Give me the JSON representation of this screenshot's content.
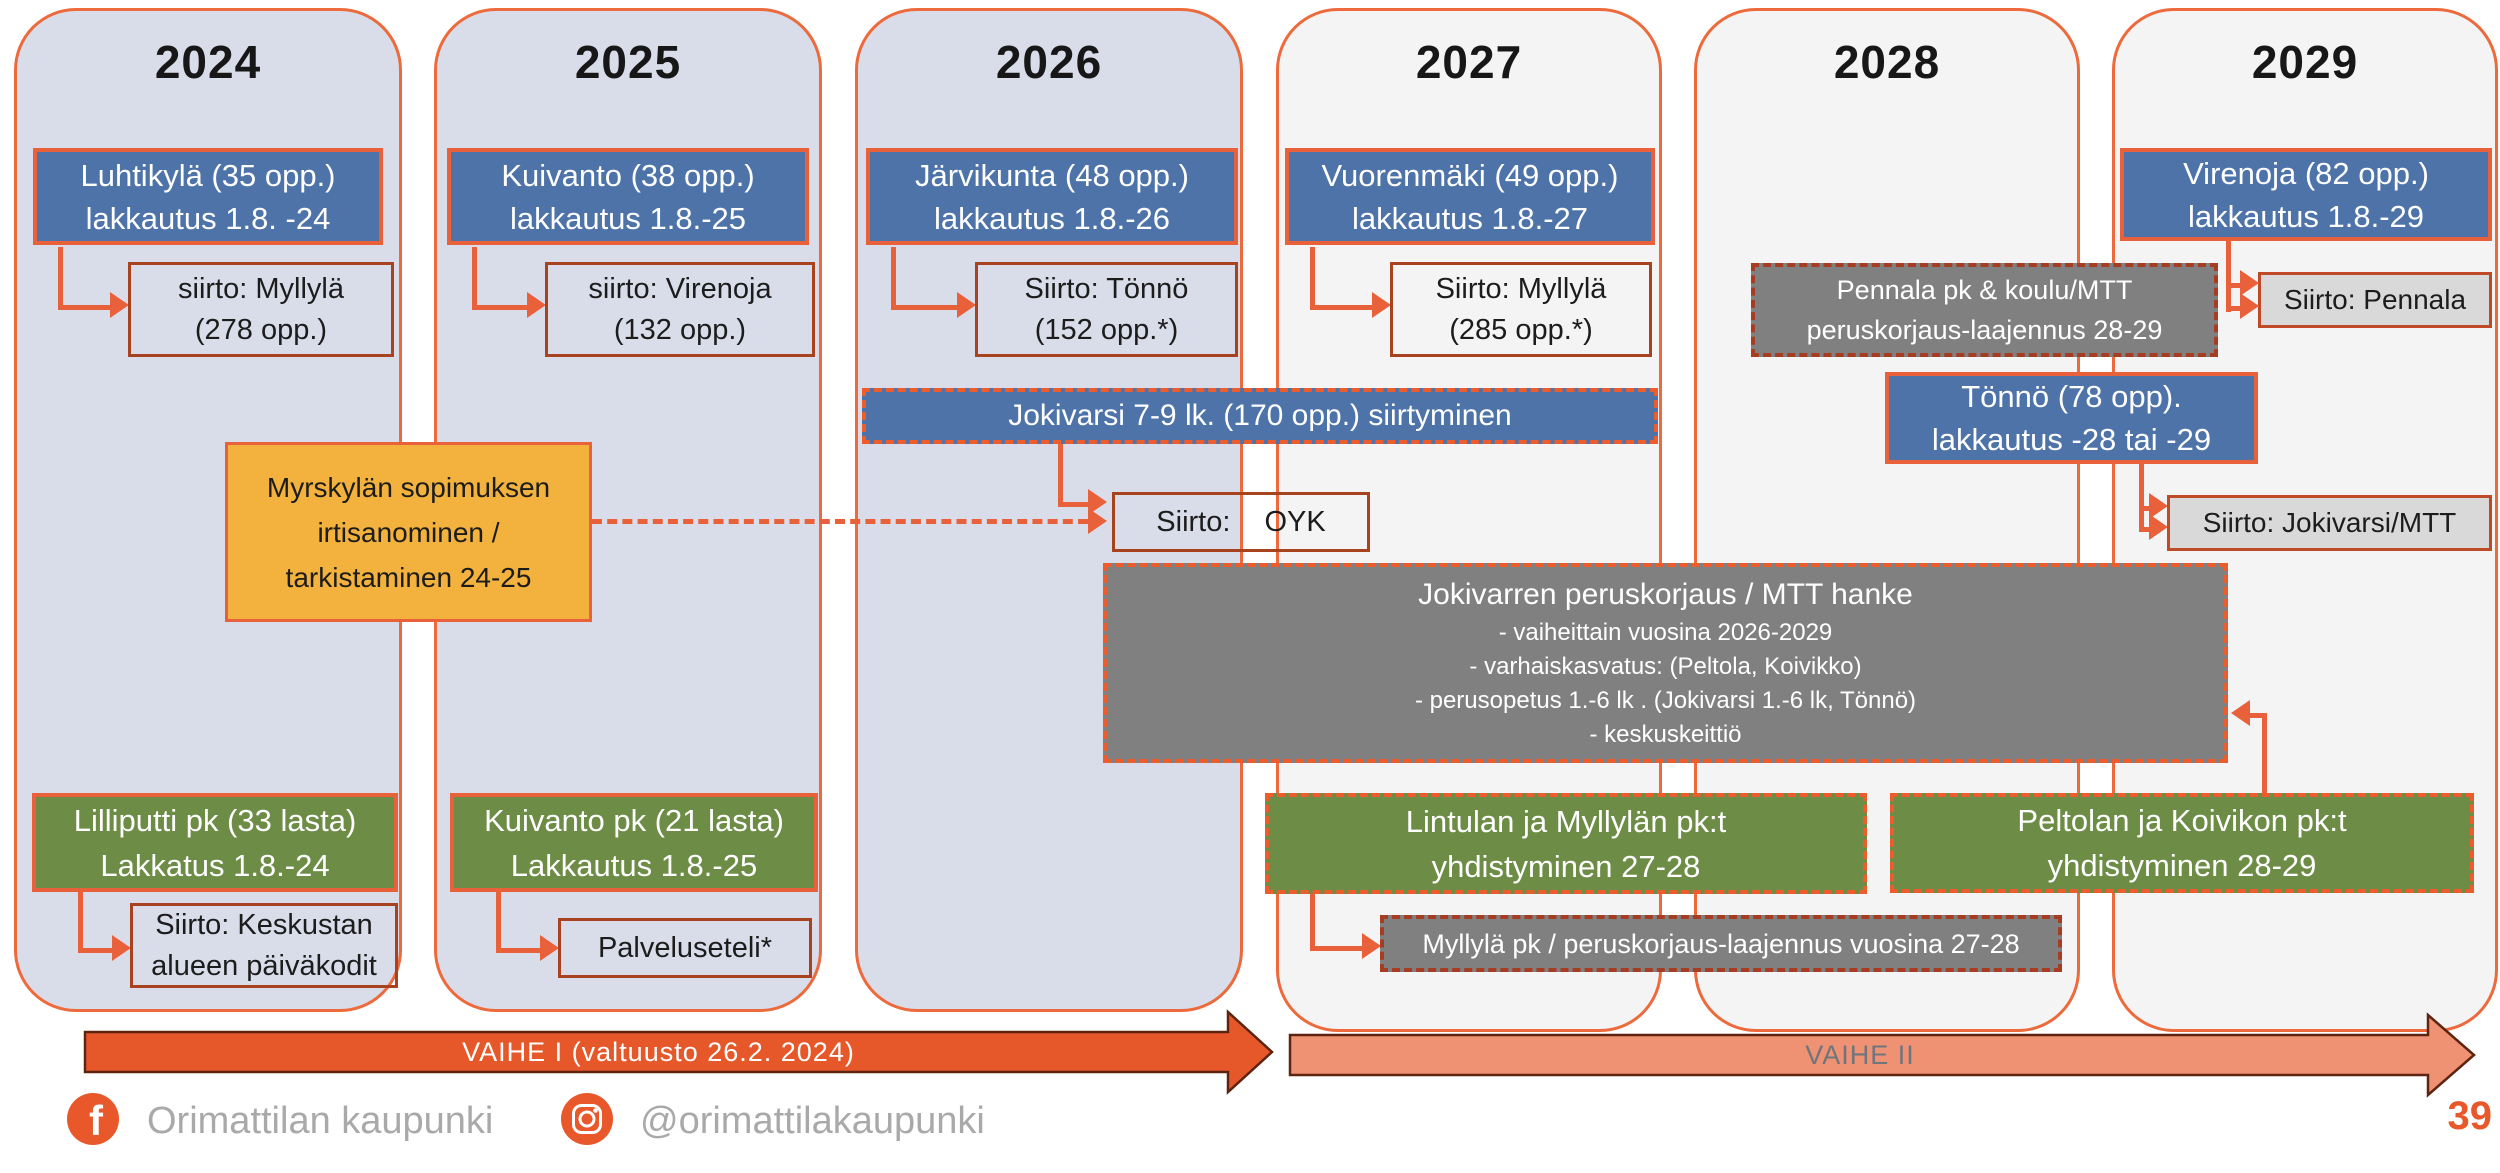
{
  "columns": [
    {
      "year": "2024"
    },
    {
      "year": "2025"
    },
    {
      "year": "2026"
    },
    {
      "year": "2027"
    },
    {
      "year": "2028"
    },
    {
      "year": "2029"
    }
  ],
  "boxes": {
    "luhtikyla": {
      "line1": "Luhtikylä (35 opp.)",
      "line2": "lakkautus 1.8. -24"
    },
    "siirto_myllyla": {
      "line1": "siirto: Myllylä",
      "line2": "(278 opp.)"
    },
    "kuivanto": {
      "line1": "Kuivanto (38 opp.)",
      "line2": "lakkautus 1.8.-25"
    },
    "siirto_virenoja": {
      "line1": "siirto: Virenoja",
      "line2": "(132 opp.)"
    },
    "jarvikunta": {
      "line1": "Järvikunta (48 opp.)",
      "line2": "lakkautus 1.8.-26"
    },
    "siirto_tonno": {
      "line1": "Siirto: Tönnö",
      "line2": "(152 opp.*)"
    },
    "vuorenmaki": {
      "line1": "Vuorenmäki (49 opp.)",
      "line2": "lakkautus 1.8.-27"
    },
    "siirto_myllyla2": {
      "line1": "Siirto: Myllylä",
      "line2": "(285 opp.*)"
    },
    "virenoja": {
      "line1": "Virenoja (82 opp.)",
      "line2": "lakkautus 1.8.-29"
    },
    "pennala": {
      "line1": "Pennala pk & koulu/MTT",
      "line2": "peruskorjaus-laajennus 28-29"
    },
    "siirto_pennala": {
      "label": "Siirto: Pennala"
    },
    "tonno": {
      "line1": "Tönnö (78 opp).",
      "line2": "lakkautus -28 tai -29"
    },
    "siirto_jokivarsi_mtt": {
      "label": "Siirto: Jokivarsi/MTT"
    },
    "jokivarsi": {
      "label": "Jokivarsi 7-9 lk. (170 opp.) siirtyminen"
    },
    "siirto_oyk": {
      "label": "Siirto:",
      "value": "OYK"
    },
    "myrskyla": {
      "line1": "Myrskylän sopimuksen",
      "line2": "irtisanominen /",
      "line3": "tarkistaminen 24-25"
    },
    "jokivarren": {
      "title": "Jokivarren peruskorjaus / MTT hanke",
      "bullets": [
        "- vaiheittain vuosina 2026-2029",
        "- varhaiskasvatus: (Peltola, Koivikko)",
        "- perusopetus 1.-6 lk . (Jokivarsi 1.-6 lk, Tönnö)",
        "- keskuskeittiö"
      ]
    },
    "lilliputti": {
      "line1": "Lilliputti pk (33 lasta)",
      "line2": "Lakkatus 1.8.-24"
    },
    "siirto_keskustan": {
      "line1": "Siirto: Keskustan",
      "line2": "alueen päiväkodit"
    },
    "kuivanto_pk": {
      "line1": "Kuivanto pk (21 lasta)",
      "line2": "Lakkautus 1.8.-25"
    },
    "palveluseteli": {
      "label": "Palveluseteli*"
    },
    "lintulan": {
      "line1": "Lintulan ja Myllylän pk:t",
      "line2": "yhdistyminen 27-28"
    },
    "myllyla_pk": {
      "label": "Myllylä pk / peruskorjaus-laajennus vuosina 27-28"
    },
    "peltolan": {
      "line1": "Peltolan ja Koivikon pk:t",
      "line2": "yhdistyminen 28-29"
    }
  },
  "phase_arrows": {
    "phase1": "VAIHE I (valtuusto 26.2. 2024)",
    "phase2": "VAIHE II"
  },
  "footer": {
    "facebook_label": "Orimattilan kaupunki",
    "instagram_label": "@orimattilakaupunki",
    "facebook_icon": "f",
    "instagram_icon": "camera",
    "page_number": "39"
  },
  "colors": {
    "accent_orange": "#e8613b",
    "column_border": "#ed6a3c",
    "column_blue": "#d9dde9",
    "column_light": "#f4f4f5",
    "box_blue": "#4d73a9",
    "box_green": "#6d8c46",
    "box_gray": "#808080",
    "box_yellow": "#f3b23d",
    "thin_border_red": "#a8431f",
    "phase1_fill": "#e6582a",
    "phase2_fill": "#ef9173",
    "footer_gray": "#a9a9a9"
  }
}
